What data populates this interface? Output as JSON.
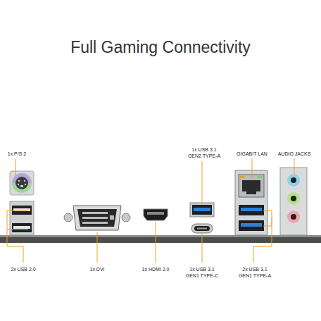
{
  "diagram": {
    "title": "Full Gaming Connectivity",
    "labels": [
      "1x P/S 2",
      "1x USB 3.1 GEN2 TYPE-A",
      "GIGABIT LAN",
      "AUDIO JACKS",
      "2x USB 2.0",
      "1x DVI",
      "1x HDMI 2.0",
      "1x USB 3.1 GEN1 TYPE-C",
      "2x USB 3.1 GEN1 TYPE-A"
    ]
  }
}
